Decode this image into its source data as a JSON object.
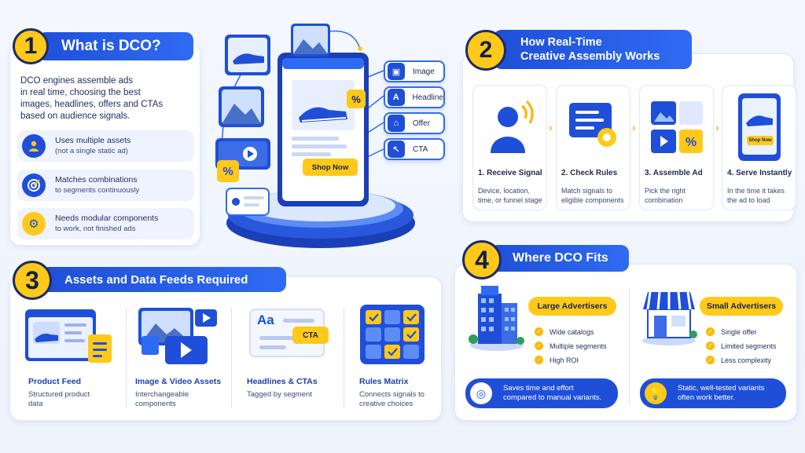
{
  "section1": {
    "number": "1",
    "title": "What is DCO?",
    "description": [
      "DCO engines assemble ads",
      "in real time, choosing the best",
      "images, headlines, offers and CTAs",
      "based on audience signals."
    ],
    "features": [
      {
        "title": "Uses multiple assets",
        "subtitle": "(not a single static ad)"
      },
      {
        "title": "Matches combinations",
        "subtitle": "to segments continuously"
      },
      {
        "title": "Needs modular components",
        "subtitle": "to work, not finished ads"
      }
    ]
  },
  "hero": {
    "button_label": "Shop Now",
    "discount": "%",
    "chips": [
      {
        "label": "Image",
        "icon": "image-icon"
      },
      {
        "label": "Headline",
        "icon": "letter-a-icon"
      },
      {
        "label": "Offer",
        "icon": "tag-icon"
      },
      {
        "label": "CTA",
        "icon": "cursor-icon"
      }
    ]
  },
  "section2": {
    "number": "2",
    "title_line1": "How Real-Time",
    "title_line2": "Creative Assembly Works",
    "steps": [
      {
        "title": "1. Receive Signal",
        "desc_l1": "Device, location,",
        "desc_l2": "time, or funnel stage"
      },
      {
        "title": "2. Check Rules",
        "desc_l1": "Match signals to",
        "desc_l2": "eligible components"
      },
      {
        "title": "3. Assemble Ad",
        "desc_l1": "Pick the right",
        "desc_l2": "combination"
      },
      {
        "title": "4. Serve Instantly",
        "desc_l1": "In the time it takes",
        "desc_l2": "the ad to load"
      }
    ],
    "step4_button": "Shop Now"
  },
  "section3": {
    "number": "3",
    "title": "Assets and Data Feeds Required",
    "assets": [
      {
        "title": "Product Feed",
        "desc_l1": "Structured product",
        "desc_l2": "data"
      },
      {
        "title": "Image & Video Assets",
        "desc_l1": "Interchangeable",
        "desc_l2": "components"
      },
      {
        "title": "Headlines & CTAs",
        "desc_l1": "Tagged by segment",
        "desc_l2": ""
      },
      {
        "title": "Rules Matrix",
        "desc_l1": "Connects signals to",
        "desc_l2": "creative choices"
      }
    ],
    "headline_aa": "Aa",
    "headline_cta": "CTA"
  },
  "section4": {
    "number": "4",
    "title": "Where DCO Fits",
    "large": {
      "title": "Large Advertisers",
      "items": [
        "Wide catalogs",
        "Multiple segments",
        "High ROI"
      ],
      "note_l1": "Saves time and effort",
      "note_l2": "compared to manual variants."
    },
    "small": {
      "title": "Small Advertisers",
      "items": [
        "Single offer",
        "Limited segments",
        "Less complexity"
      ],
      "note_l1": "Static, well-tested variants",
      "note_l2": "often work better."
    }
  },
  "colors": {
    "primary_blue": "#1f4fd8",
    "accent_yellow": "#ffc91a",
    "navy": "#1d2b66"
  }
}
